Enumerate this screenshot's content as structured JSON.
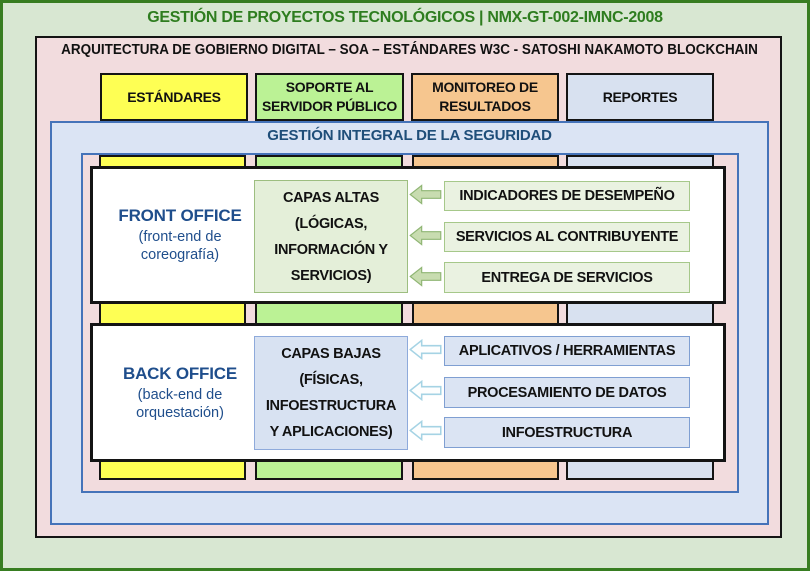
{
  "page": {
    "title": "GESTIÓN DE PROYECTOS TECNOLÓGICOS | NMX-GT-002-IMNC-2008",
    "header": "ARQUITECTURA DE GOBIERNO DIGITAL – SOA – ESTÁNDARES W3C - SATOSHI NAKAMOTO BLOCKCHAIN"
  },
  "tabs": [
    {
      "label": "ESTÁNDARES",
      "color": "#feff54"
    },
    {
      "label": "SOPORTE AL\nSERVIDOR PÚBLICO",
      "color": "#bbf295"
    },
    {
      "label": "MONITOREO DE\nRESULTADOS",
      "color": "#f6c68f"
    },
    {
      "label": "REPORTES",
      "color": "#d8e1f0"
    }
  ],
  "security_band": {
    "label": "GESTIÓN INTEGRAL DE LA SEGURIDAD"
  },
  "rows": [
    {
      "title": "FRONT OFFICE",
      "subtitle": "(front-end de coreografía)",
      "center_box": "CAPAS ALTAS\n(LÓGICAS,\nINFORMACIÓN Y\nSERVICIOS)",
      "arrow_icon": "left-arrow-icon",
      "items": [
        "INDICADORES DE DESEMPEÑO",
        "SERVICIOS AL CONTRIBUYENTE",
        "ENTREGA DE SERVICIOS"
      ]
    },
    {
      "title": "BACK OFFICE",
      "subtitle": "(back-end de orquestación)",
      "center_box": "CAPAS BAJAS\n(FÍSICAS,\nINFOESTRUCTURA\nY APLICACIONES)",
      "arrow_icon": "left-arrow-outline-icon",
      "items": [
        "APLICATIVOS / HERRAMIENTAS",
        "PROCESAMIENTO DE DATOS",
        "INFOESTRUCTURA"
      ]
    }
  ],
  "colors": {
    "page_background": "#d8e7d2",
    "page_border": "#377d21",
    "title_text": "#2e7d1f",
    "outer_container": "#f2dcde",
    "security_container": "#dbe4f4",
    "security_border": "#4573b9",
    "security_text": "#1f4e79",
    "office_text": "#1f4e8c",
    "front_box_fill": "#e4efd9",
    "front_box_border": "#9dbe80",
    "back_box_fill": "#d8e2f2",
    "back_box_border": "#8eaadb",
    "front_arrow_fill": "#c8dcb0",
    "back_arrow_stroke": "#a5d3e4"
  }
}
